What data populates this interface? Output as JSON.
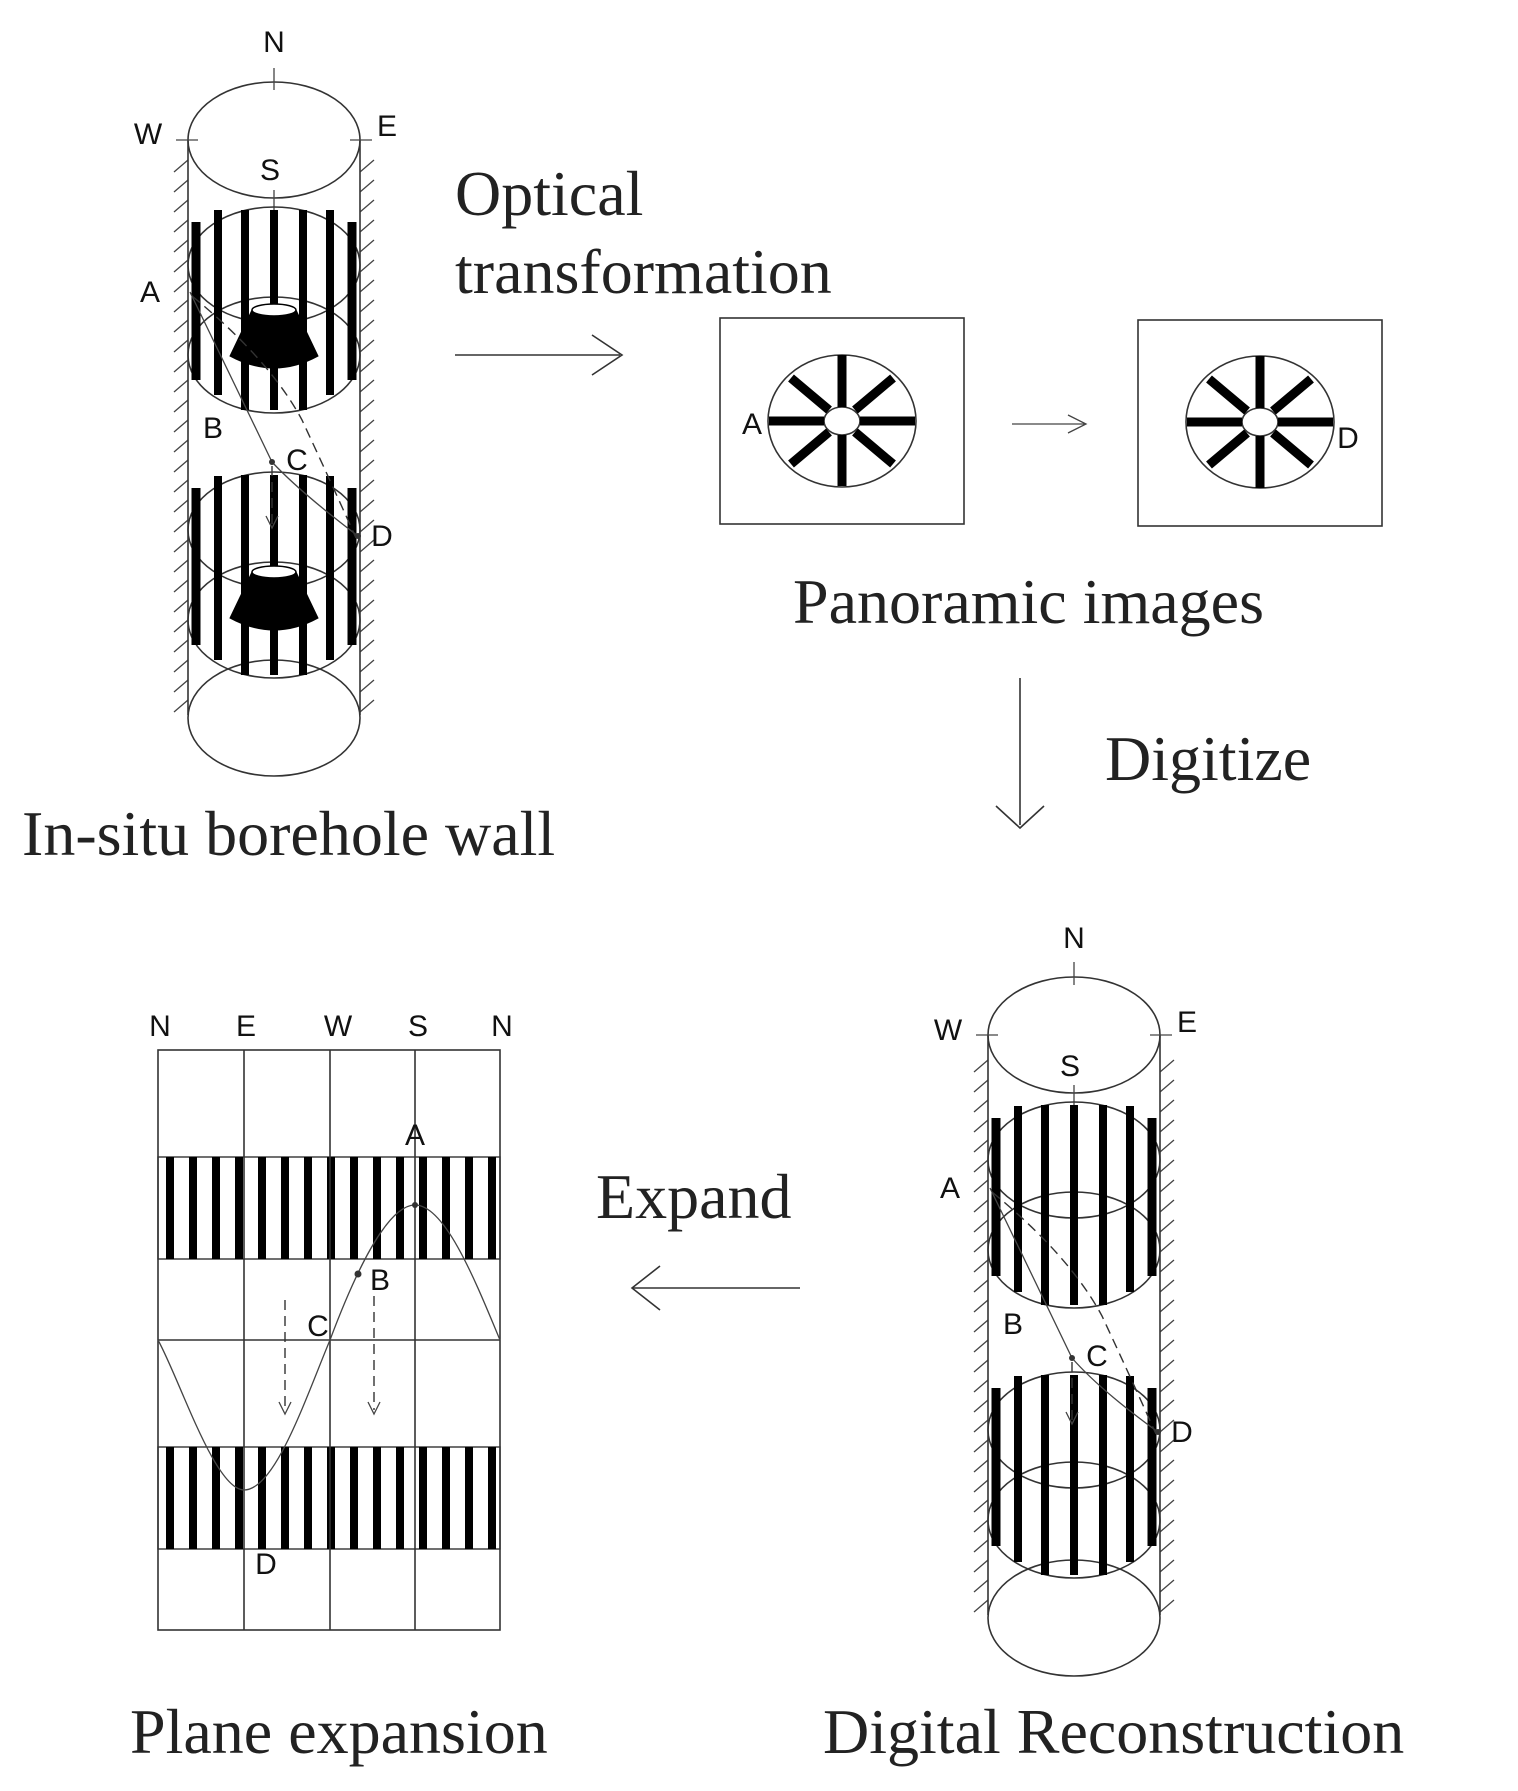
{
  "captions": {
    "insitu": "In-situ borehole wall",
    "optical_line1": "Optical",
    "optical_line2": "transformation",
    "panoramic": "Panoramic images",
    "digitize": "Digitize",
    "expand": "Expand",
    "plane": "Plane expansion",
    "digital": "Digital Reconstruction"
  },
  "compass": {
    "n": "N",
    "s": "S",
    "e": "E",
    "w": "W"
  },
  "points": {
    "a": "A",
    "b": "B",
    "c": "C",
    "d": "D"
  },
  "plane_axis": [
    "N",
    "E",
    "W",
    "S",
    "N"
  ]
}
